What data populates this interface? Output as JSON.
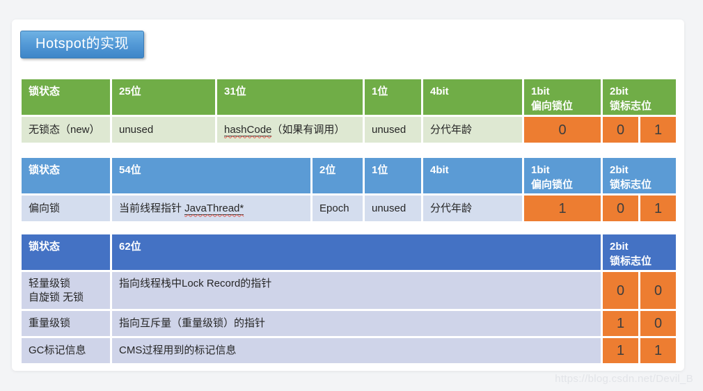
{
  "title": "Hotspot的实现",
  "watermark": "https://blog.csdn.net/Devil_B",
  "colors": {
    "green_header": "#70ad47",
    "green_row": "#dee8d2",
    "blue_header": "#5b9bd5",
    "blue_row": "#d4ddee",
    "navy_header": "#4472c4",
    "navy_row": "#cfd4e9",
    "orange": "#ed7d31",
    "title_top": "#6fb2e4",
    "title_bottom": "#3e86c8"
  },
  "table1": {
    "headers": {
      "state": "锁状态",
      "c25": "25位",
      "c31": "31位",
      "c1": "1位",
      "c4": "4bit",
      "bias_line1": "1bit",
      "bias_line2": "偏向锁位",
      "flag_line1": "2bit",
      "flag_line2": "锁标志位"
    },
    "row": {
      "state": "无锁态（new）",
      "unused1": "unused",
      "hash_word": "hashCode",
      "hash_rest": "（如果有调用）",
      "unused2": "unused",
      "age": "分代年龄",
      "bias": "0",
      "flag1": "0",
      "flag2": "1"
    }
  },
  "table2": {
    "headers": {
      "state": "锁状态",
      "c54": "54位",
      "c2": "2位",
      "c1": "1位",
      "c4": "4bit",
      "bias_line1": "1bit",
      "bias_line2": "偏向锁位",
      "flag_line1": "2bit",
      "flag_line2": "锁标志位"
    },
    "row": {
      "state": "偏向锁",
      "ptr_prefix": "当前线程指针 ",
      "ptr_word": "JavaThread*",
      "epoch": "Epoch",
      "unused": "unused",
      "age": "分代年龄",
      "bias": "1",
      "flag1": "0",
      "flag2": "1"
    }
  },
  "table3": {
    "headers": {
      "state": "锁状态",
      "c62": "62位",
      "flag_line1": "2bit",
      "flag_line2": "锁标志位"
    },
    "rows": [
      {
        "state_line1": "轻量级锁",
        "state_line2": "自旋锁 无锁",
        "desc": "指向线程栈中Lock Record的指针",
        "flag1": "0",
        "flag2": "0"
      },
      {
        "state_line1": "重量级锁",
        "state_line2": "",
        "desc": "指向互斥量（重量级锁）的指针",
        "flag1": "1",
        "flag2": "0"
      },
      {
        "state_line1": "GC标记信息",
        "state_line2": "",
        "desc": "CMS过程用到的标记信息",
        "flag1": "1",
        "flag2": "1"
      }
    ]
  }
}
